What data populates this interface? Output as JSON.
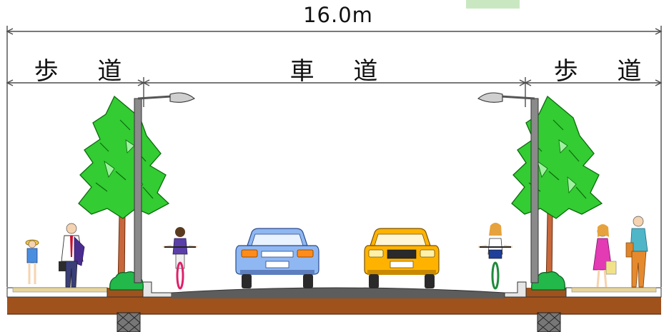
{
  "diagram": {
    "total_width_label": "16.0m",
    "sections": [
      {
        "id": "left-sidewalk",
        "label": "歩 道"
      },
      {
        "id": "roadway",
        "label": "車 道"
      },
      {
        "id": "right-sidewalk",
        "label": "歩 道"
      }
    ]
  },
  "colors": {
    "dimension_line": "#4d4d4d",
    "tree_foliage": "#33cc33",
    "tree_foliage_light": "#9ff29f",
    "tree_trunk": "#c8673b",
    "shrub": "#22b84a",
    "soil": "#a0521d",
    "pavement": "#5d5d5d",
    "sidewalk": "#e8d49a",
    "car_blue": "#8fb7f2",
    "car_yellow": "#ffb300",
    "pole": "#8a8a8a",
    "legend_swatch": "#c9e8c2"
  }
}
